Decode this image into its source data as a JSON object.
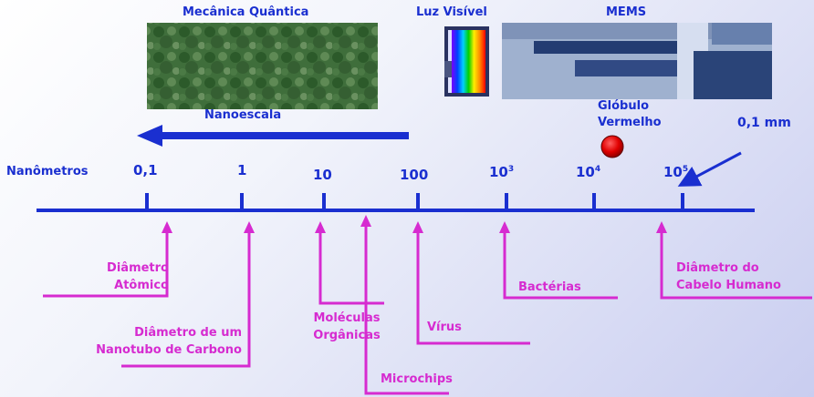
{
  "headers": {
    "quantum": "Mecânica Quântica",
    "visible_light": "Luz Visível",
    "mems": "MEMS"
  },
  "nanoscale": "Nanoescala",
  "red_cell": {
    "line1": "Glóbulo",
    "line2": "Vermelho"
  },
  "callout_0_1mm": "0,1 mm",
  "axis": {
    "unit": "Nanômetros",
    "ticks": [
      {
        "base": "0,1",
        "exp": ""
      },
      {
        "base": "1",
        "exp": ""
      },
      {
        "base": "10",
        "exp": ""
      },
      {
        "base": "100",
        "exp": ""
      },
      {
        "base": "10",
        "exp": "3"
      },
      {
        "base": "10",
        "exp": "4"
      },
      {
        "base": "10",
        "exp": "5"
      }
    ]
  },
  "labels": {
    "atomic": {
      "line1": "Diâmetro",
      "line2": "Atômico"
    },
    "nanotube": {
      "line1": "Diâmetro de um",
      "line2": "Nanotubo de Carbono"
    },
    "molecules": {
      "line1": "Moléculas",
      "line2": "Orgânicas"
    },
    "microchips": "Microchips",
    "virus": "Vírus",
    "bacteria": "Bactérias",
    "hair": {
      "line1": "Diâmetro do",
      "line2": "Cabelo Humano"
    }
  },
  "colors": {
    "axis": "#1a2fd0",
    "callouts": "#d62bd0",
    "red_cell": "#e00000"
  }
}
